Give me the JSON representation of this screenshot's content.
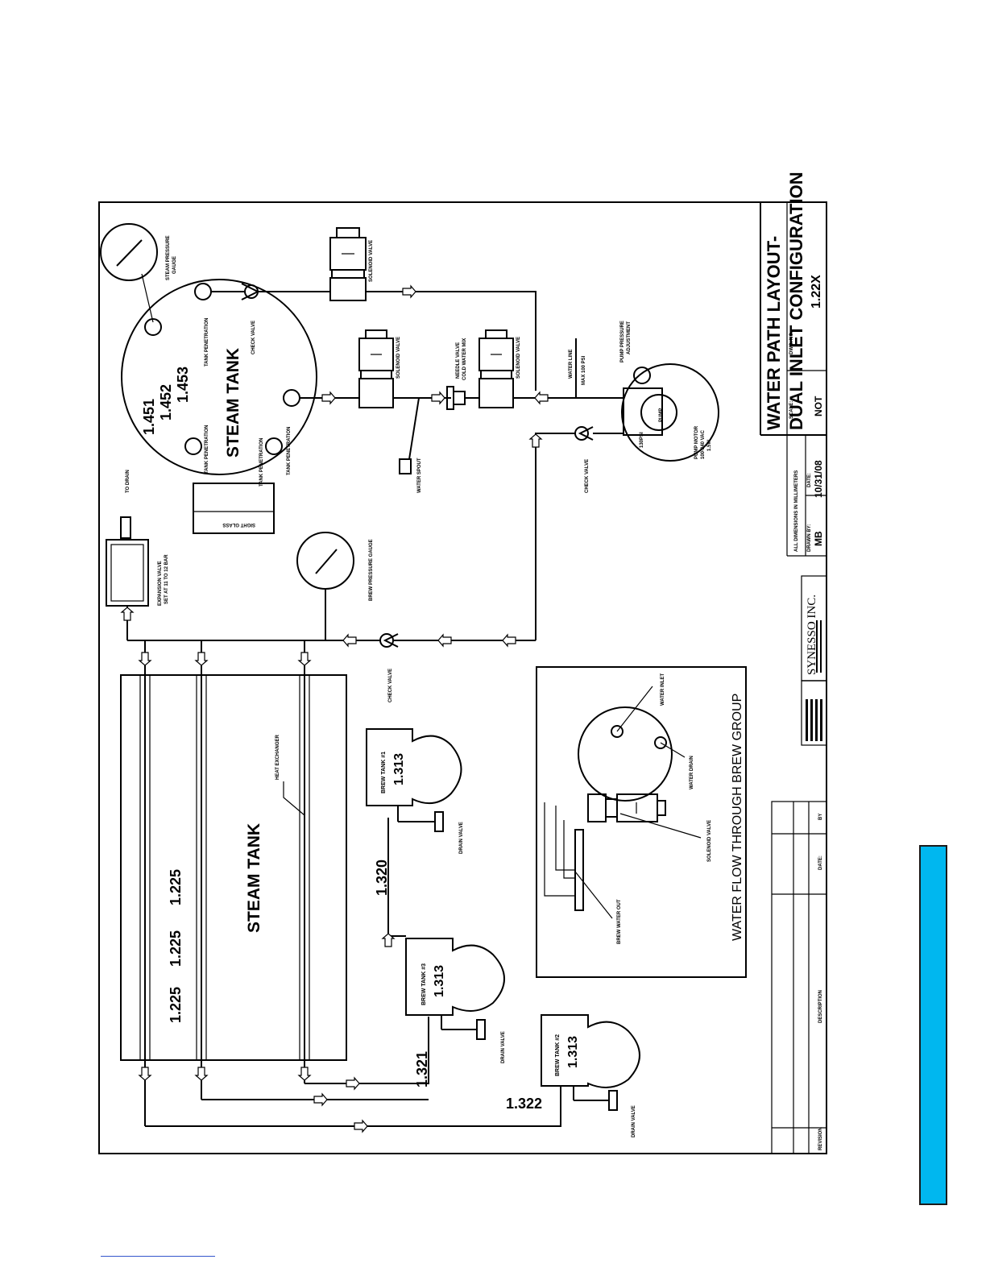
{
  "drawing": {
    "title_line1": "WATER PATH LAYOUT-",
    "title_line2": "DUAL INLET CONFIGURATION",
    "company": "SYNESSO INC.",
    "dims_note": "ALL DIMENSIONS IN MILLIMETERS",
    "drawn_by_label": "DRAWN BY:",
    "drawn_by": "MB",
    "date_label": "DATE:",
    "date": "10/31/08",
    "scale_label": "SCALE:",
    "scale": "NOT",
    "dwg_label": "DWG. NO.",
    "dwg_no": "1.22X",
    "revision_label": "REVISION",
    "description_label": "DESCRIPTION",
    "date2_label": "DATE:",
    "by_label": "BY"
  },
  "labels": {
    "steam_pressure_gauge_l1": "STEAM PRESSURE",
    "steam_pressure_gauge_l2": "GAUGE",
    "steam_tank_top": "STEAM TANK",
    "p1451": "1.451",
    "p1452": "1.452",
    "p1453": "1.453",
    "tank_pen_a": "TANK PENETRATION",
    "tank_pen_b": "TANK PENETRATION",
    "tank_pen_c": "TANK PENETRATION",
    "tank_pen_d": "TANK PENETRATION",
    "check_valve_top": "CHECK VALVE",
    "solenoid_1": "SOLENOID VALVE",
    "solenoid_2": "SOLENOID VALVE",
    "solenoid_3": "SOLENOID VALVE",
    "needle_l1": "NEEDLE VALVE",
    "needle_l2": "COLD WATER MIX",
    "water_line_l1": "WATER LINE",
    "water_line_l2": "MAX 100 PSI",
    "pump_adj_l1": "PUMP PRESSURE",
    "pump_adj_l2": "ADJUSTMENT",
    "pump": "PUMP",
    "pump_motor_l1": "PUMP MOTOR",
    "pump_motor_l2": "100-240 VAC",
    "pump_motor_l3": "1.5W",
    "pump_psi": "130PSI",
    "check_valve_right": "CHECK VALVE",
    "water_spout": "WATER SPOUT",
    "to_drain": "TO DRAIN",
    "sight_glass": "SIGHT GLASS",
    "expansion_l1": "EXPANSION VALVE",
    "expansion_l2": "SET AT 11 TO 12 BAR",
    "brew_pressure_gauge": "BREW PRESSURE GAUGE",
    "check_valve_mid": "CHECK VALVE",
    "steam_tank_lower": "STEAM TANK",
    "heat_exchanger": "HEAT EXCHANGER",
    "v1225a": "1.225",
    "v1225b": "1.225",
    "v1225c": "1.225",
    "brew_tank_1": "BREW TANK #1",
    "brew_tank_3": "BREW TANK #3",
    "brew_tank_2": "BREW TANK #2",
    "b1313a": "1.313",
    "b1313b": "1.313",
    "b1313c": "1.313",
    "drain_1": "DRAIN VALVE",
    "drain_2": "DRAIN VALVE",
    "drain_3": "DRAIN VALVE",
    "v1320": "1.320",
    "v1321": "1.321",
    "v1322": "1.322",
    "inset_title": "WATER FLOW THROUGH BREW GROUP",
    "water_inlet": "WATER INLET",
    "water_drain": "WATER DRAIN",
    "inset_solenoid": "SOLENOID VALVE",
    "brew_water_out": "BREW WATER OUT"
  },
  "colors": {
    "accent_tab": "#00b7ef",
    "line": "#000000"
  }
}
